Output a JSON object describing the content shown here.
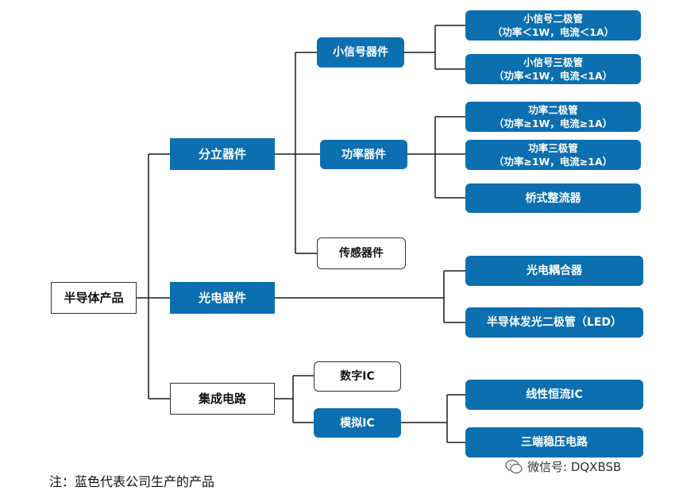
{
  "diagram": {
    "root": "半导体产品",
    "categories": {
      "discrete": "分立器件",
      "optoelectronic": "光电器件",
      "integrated": "集成电路"
    },
    "discrete_children": {
      "small_signal": "小信号器件",
      "power": "功率器件",
      "sensor": "传感器件"
    },
    "small_signal_items": [
      {
        "line1": "小信号二极管",
        "line2": "（功率＜1W，电流＜1A）"
      },
      {
        "line1": "小信号三极管",
        "line2": "（功率<1W，电流<1A）"
      }
    ],
    "power_items": [
      {
        "line1": "功率二极管",
        "line2": "（功率≥1W，电流≥1A）"
      },
      {
        "line1": "功率三极管",
        "line2": "（功率≥1W，电流≥1A）"
      },
      {
        "line1": "桥式整流器",
        "line2": ""
      }
    ],
    "opto_items": [
      "光电耦合器",
      "半导体发光二极管（LED）"
    ],
    "ic_children": {
      "digital": "数字IC",
      "analog": "模拟IC"
    },
    "analog_items": [
      "线性恒流IC",
      "三端稳压电路"
    ]
  },
  "legend_note": "注：蓝色代表公司生产的产品",
  "watermark": "微信号: DQXBSB",
  "colors": {
    "produced": "#0b6fb0",
    "line": "#1a1a1a"
  }
}
